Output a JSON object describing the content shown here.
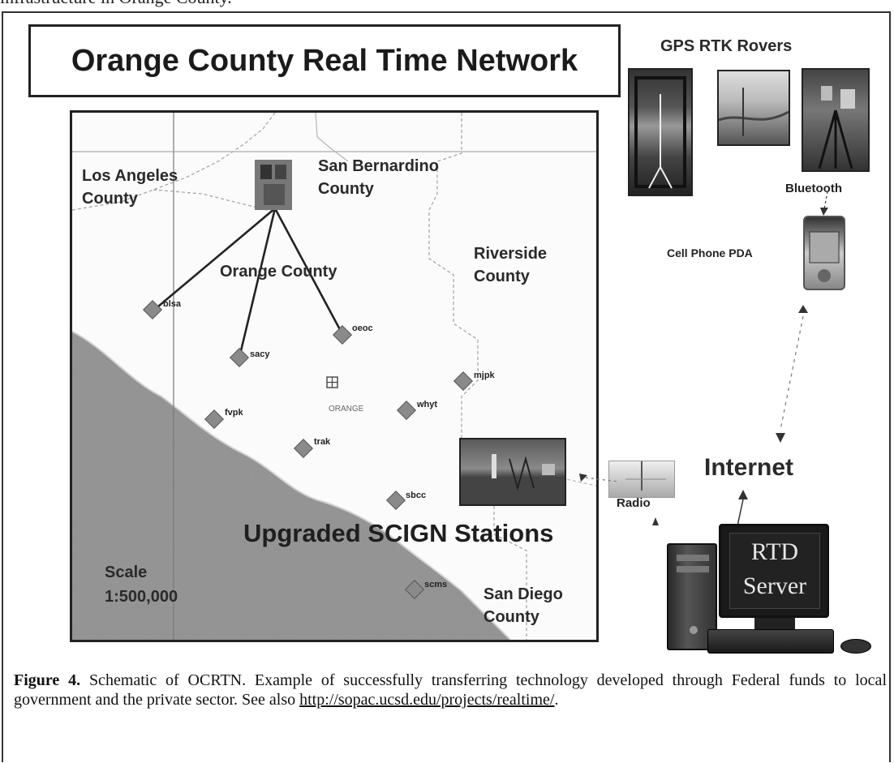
{
  "intro_text": "infrastructure in Orange County.",
  "title": "Orange County Real Time Network",
  "map": {
    "counties": [
      {
        "id": "la",
        "text": "Los Angeles\nCounty"
      },
      {
        "id": "sb",
        "text": "San Bernardino\nCounty"
      },
      {
        "id": "oc",
        "text": "Orange County"
      },
      {
        "id": "rv",
        "text": "Riverside\nCounty"
      },
      {
        "id": "sd",
        "text": "San Diego\nCounty"
      }
    ],
    "city_label": "ORANGE",
    "stations": [
      "blsa",
      "sacy",
      "oeoc",
      "mjpk",
      "fvpk",
      "whyt",
      "trak",
      "sbcc",
      "scms"
    ],
    "scale_label": "Scale\n1:500,000",
    "stations_heading": "Upgraded SCIGN Stations"
  },
  "right_panel": {
    "rovers_title": "GPS RTK Rovers",
    "bluetooth": "Bluetooth",
    "pda": "Cell Phone PDA",
    "internet": "Internet",
    "radio": "Radio",
    "server_text": "RTD\nServer"
  },
  "caption": {
    "label": "Figure 4.",
    "text": "Schematic of OCRTN. Example of successfully transferring technology developed through Federal funds to local government and the private sector. See also",
    "url": "http://sopac.ucsd.edu/projects/realtime/",
    "end": "."
  },
  "colors": {
    "station_marker": "#8a8a8a",
    "ocean": "#9a9a9a",
    "frame": "#222222"
  }
}
